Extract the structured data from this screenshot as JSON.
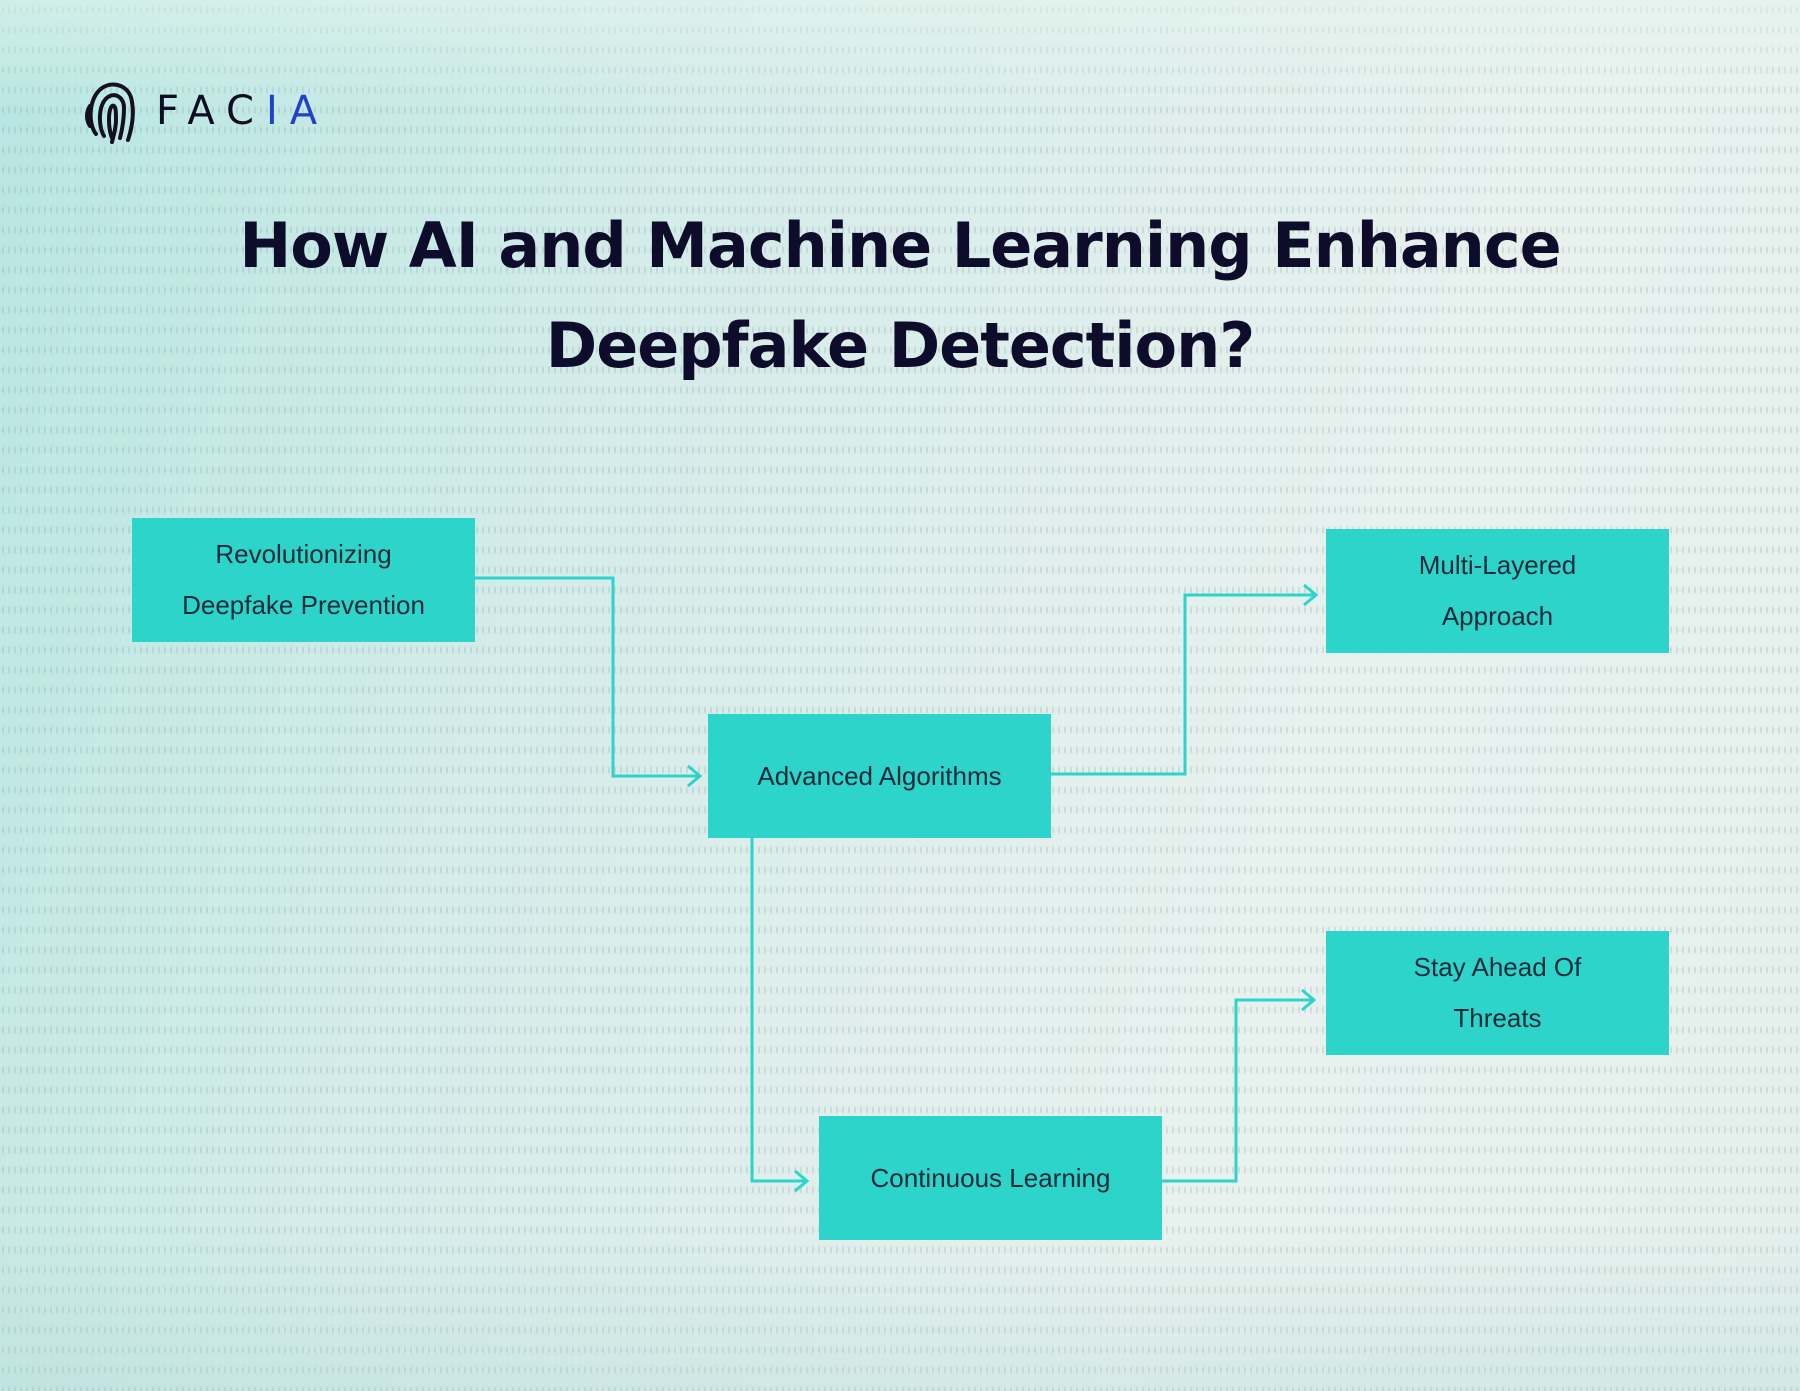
{
  "brand": {
    "logo_icon": "fingerprint-icon",
    "name_part1": "FAC",
    "name_part2": "IA",
    "accent_color": "#2340c8"
  },
  "title": {
    "line1": "How AI and Machine Learning Enhance",
    "line2": "Deepfake Detection?"
  },
  "node_color": "#2dd4c9",
  "nodes": [
    {
      "id": "n1",
      "lines": [
        "Revolutionizing",
        "Deepfake Prevention"
      ]
    },
    {
      "id": "n2",
      "lines": [
        "Advanced Algorithms"
      ]
    },
    {
      "id": "n3",
      "lines": [
        "Multi-Layered",
        "Approach"
      ]
    },
    {
      "id": "n4",
      "lines": [
        "Continuous Learning"
      ]
    },
    {
      "id": "n5",
      "lines": [
        "Stay Ahead Of",
        "Threats"
      ]
    }
  ],
  "edges": [
    {
      "from": "n1",
      "to": "n2"
    },
    {
      "from": "n2",
      "to": "n3"
    },
    {
      "from": "n2",
      "to": "n4"
    },
    {
      "from": "n4",
      "to": "n5"
    }
  ]
}
